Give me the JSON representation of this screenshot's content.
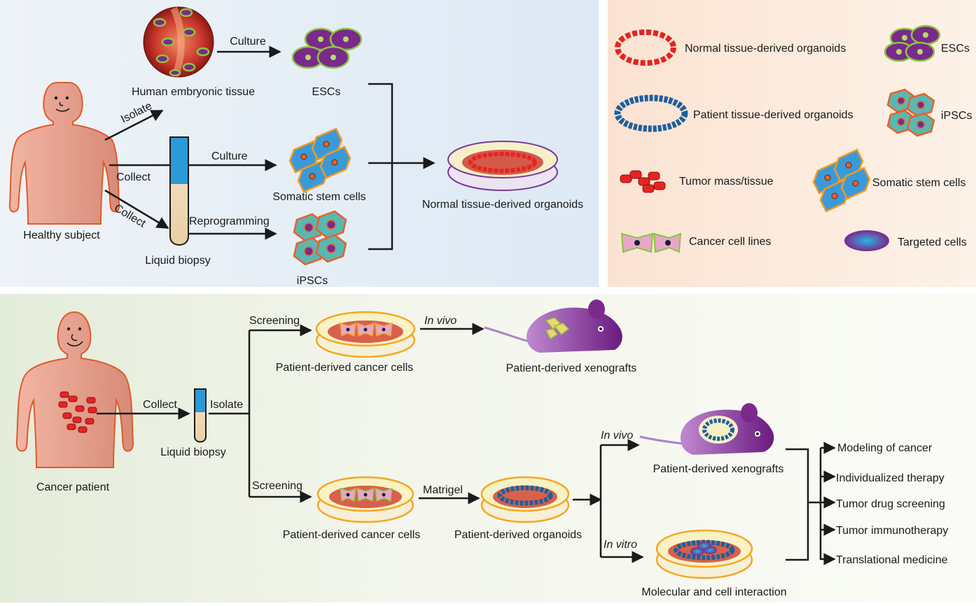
{
  "top_panel": {
    "healthy_subject": "Healthy subject",
    "human_embryonic_tissue": "Human embryonic tissue",
    "escs": "ESCs",
    "somatic_stem_cells": "Somatic stem cells",
    "ipscs": "iPSCs",
    "liquid_biopsy": "Liquid biopsy",
    "normal_organoids": "Normal tissue-derived organoids",
    "arrow_culture_1": "Culture",
    "arrow_isolate": "Isolate",
    "arrow_collect_1": "Collect",
    "arrow_collect_2": "Collect",
    "arrow_culture_2": "Culture",
    "arrow_reprogramming": "Reprogramming"
  },
  "legend": {
    "normal_organoids": "Normal tissue-derived organoids",
    "patient_organoids": "Patient tissue-derived organoids",
    "tumor_mass": "Tumor mass/tissue",
    "cancer_cell_lines": "Cancer cell lines",
    "escs": "ESCs",
    "ipscs": "iPSCs",
    "somatic_stem_cells": "Somatic stem cells",
    "targeted_cells": "Targeted cells"
  },
  "bottom_panel": {
    "cancer_patient": "Cancer patient",
    "collect": "Collect",
    "isolate": "Isolate",
    "liquid_biopsy": "Liquid biopsy",
    "screening_1": "Screening",
    "screening_2": "Screening",
    "cancer_cells_1": "Patient-derived cancer cells",
    "cancer_cells_2": "Patient-derived cancer cells",
    "in_vivo_1": "In vivo",
    "in_vivo_2": "In vivo",
    "in_vitro": "In vitro",
    "xenografts_1": "Patient-derived xenografts",
    "xenografts_2": "Patient-derived xenografts",
    "matrigel": "Matrigel",
    "patient_organoids": "Patient-derived organoids",
    "molecular_interaction": "Molecular and cell interaction",
    "applications": [
      "Modeling of cancer",
      "Individualized therapy",
      "Tumor drug screening",
      "Tumor immunotherapy",
      "Translational  medicine"
    ]
  },
  "colors": {
    "skin": "#e8a090",
    "skin_outline": "#e05a2a",
    "esc_purple": "#7a2a8a",
    "esc_green": "#8ac63f",
    "somatic_blue": "#3a9ad9",
    "somatic_orange": "#f39a1e",
    "ipsc_teal": "#5ab8b0",
    "ipsc_orange": "#e8602a",
    "organoid_red": "#e52421",
    "organoid_blue": "#1f5f9c",
    "mouse_purple": "#7b2a8c",
    "dish_orange": "#f5a623"
  }
}
